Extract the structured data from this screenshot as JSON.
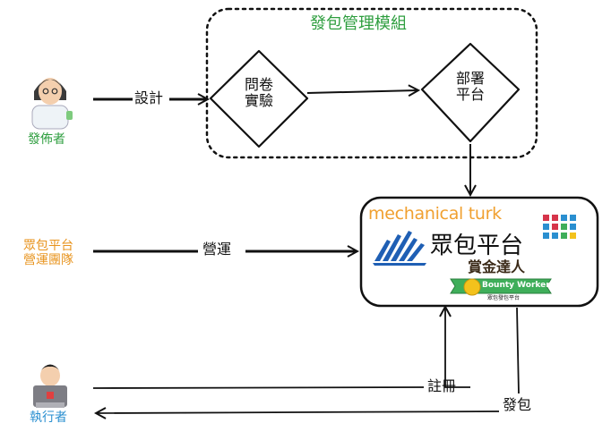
{
  "module_title": "發包管理模組",
  "nodes": {
    "questionnaire": [
      "問卷",
      "實驗"
    ],
    "deploy": [
      "部署",
      "平台"
    ]
  },
  "actors": {
    "publisher": "發佈者",
    "platform_team": [
      "眾包平台",
      "營運團隊"
    ],
    "executor": "執行者"
  },
  "edges": {
    "design": "設計",
    "operate": "營運",
    "register": "註冊",
    "dispatch": "發包"
  },
  "platform_box": {
    "mturk": "mechanical turk",
    "crowd_platform": "眾包平台",
    "bounty_cn": "賞金達人",
    "bounty_en": "Bounty Workers",
    "bounty_sub": "眾包發包平台"
  },
  "colors": {
    "green": "#2e9e3f",
    "orange": "#e8941f",
    "mturk_orange": "#f0a030",
    "blue": "#2a8fd0",
    "logo_blue": "#1f5fb4"
  }
}
